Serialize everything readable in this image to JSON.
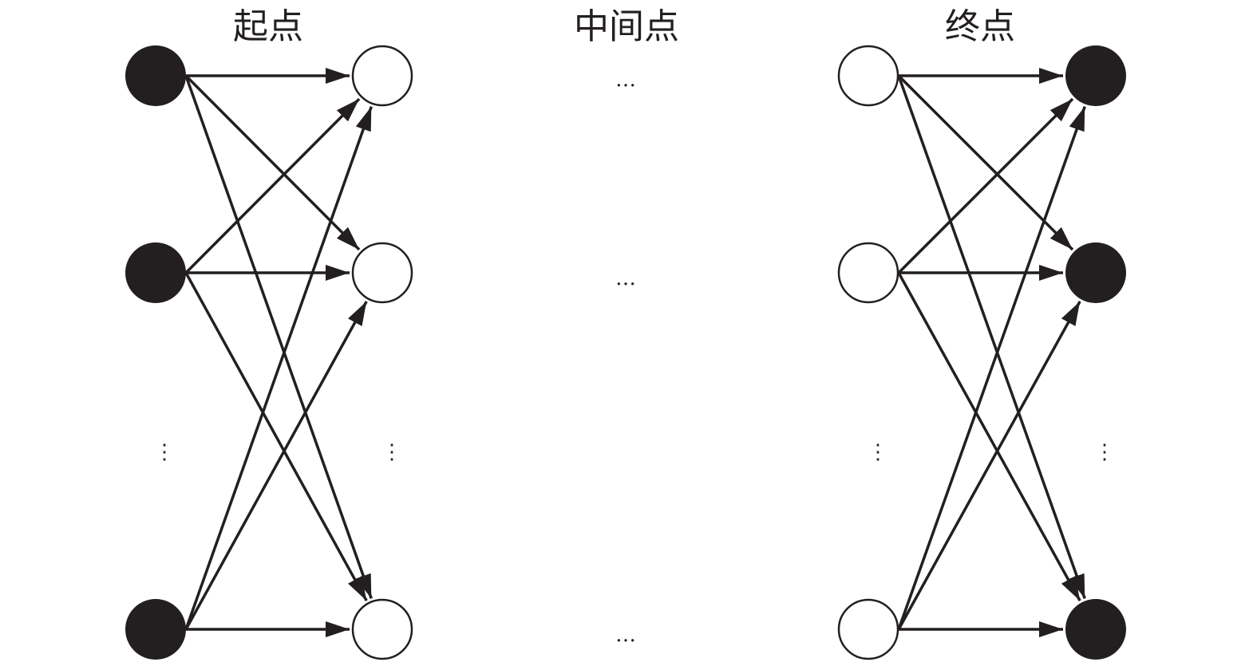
{
  "labels": {
    "start": "起点",
    "middle": "中间点",
    "end": "终点"
  },
  "ellipsis_h": "…",
  "ellipsis_v": "⋮",
  "colors": {
    "ink": "#231f20",
    "fill": "#ffffff"
  },
  "groups": [
    {
      "name": "start-group",
      "sources_filled": true,
      "targets_filled": false
    },
    {
      "name": "end-group",
      "sources_filled": false,
      "targets_filled": true
    }
  ],
  "edges": [
    [
      0,
      0
    ],
    [
      0,
      1
    ],
    [
      0,
      2
    ],
    [
      1,
      0
    ],
    [
      1,
      1
    ],
    [
      1,
      2
    ],
    [
      2,
      0
    ],
    [
      2,
      1
    ],
    [
      2,
      2
    ]
  ]
}
